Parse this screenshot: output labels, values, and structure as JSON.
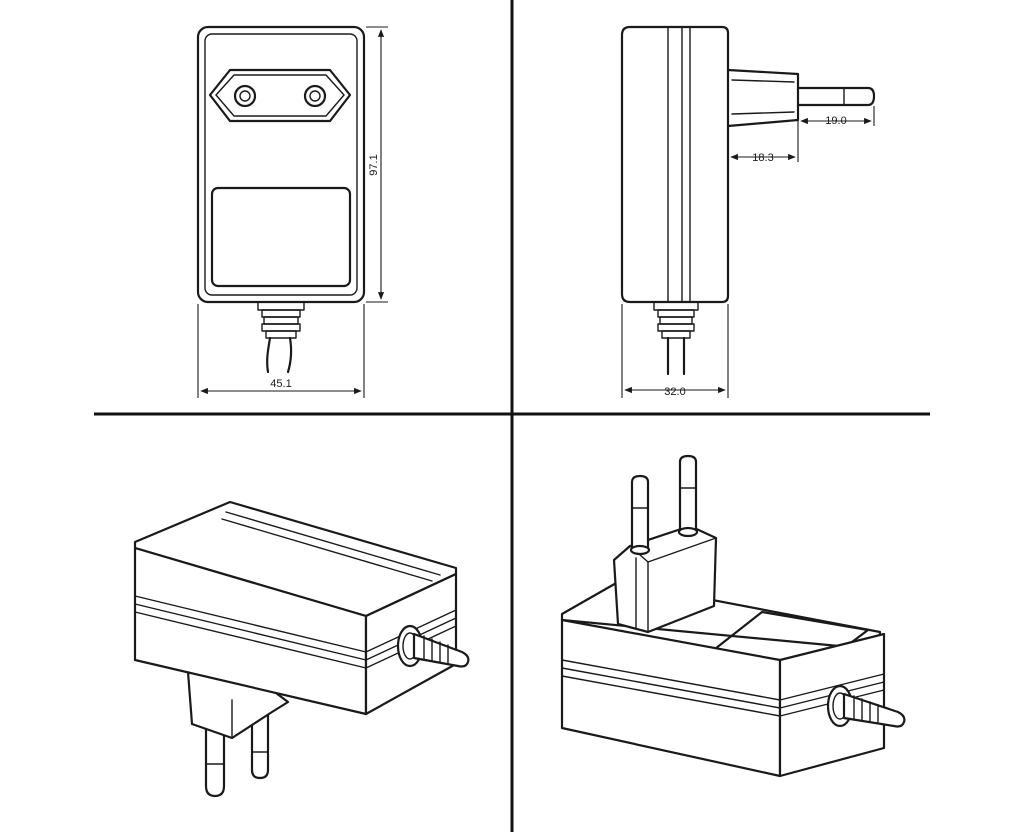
{
  "views": {
    "front": {
      "width_label": "45.1",
      "height_label": "97.1"
    },
    "side": {
      "depth_label": "32.0",
      "pin_length_label": "19.0",
      "plug_base_label": "18.3"
    }
  },
  "colors": {
    "line": "#1a1a1a",
    "background": "#ffffff"
  }
}
